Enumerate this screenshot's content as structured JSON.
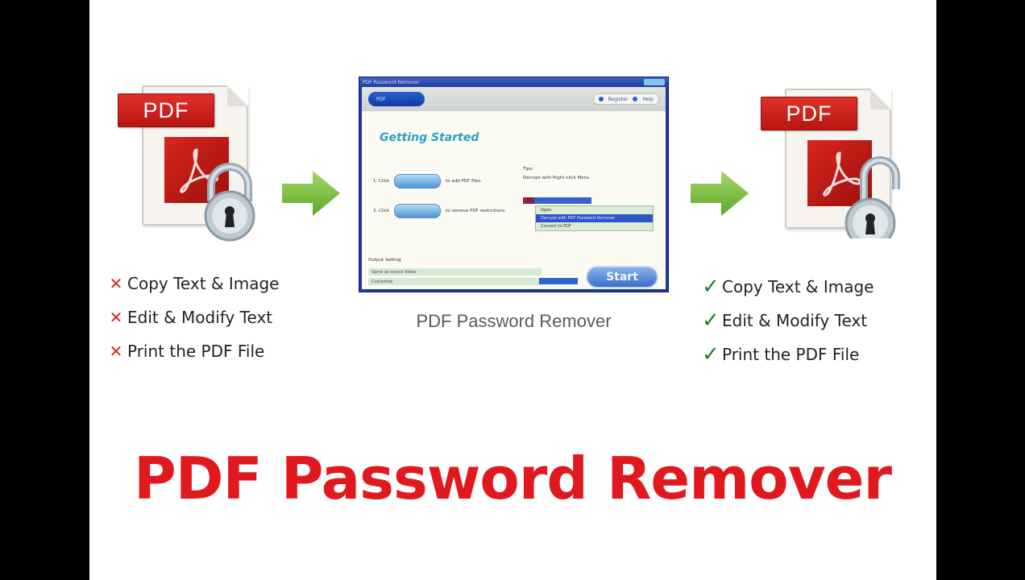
{
  "colors": {
    "accent_red": "#e0191f",
    "check_green": "#1f7a2a",
    "arrow_green": "#7cc242",
    "window_blue": "#20399a"
  },
  "left_icon": {
    "badge": "PDF",
    "state": "locked"
  },
  "right_icon": {
    "badge": "PDF",
    "state": "unlocked"
  },
  "restricted_features": [
    {
      "icon": "x-mark",
      "label": "Copy Text & Image"
    },
    {
      "icon": "x-mark",
      "label": "Edit & Modify Text"
    },
    {
      "icon": "x-mark",
      "label": "Print the PDF File"
    }
  ],
  "allowed_features": [
    {
      "icon": "check-mark",
      "label": "Copy Text & Image"
    },
    {
      "icon": "check-mark",
      "label": "Edit & Modify Text"
    },
    {
      "icon": "check-mark",
      "label": "Print the PDF File"
    }
  ],
  "app_window": {
    "title": "PDF Password Remover",
    "toolbar": {
      "brand": "PDF",
      "register": "Register",
      "help": "Help"
    },
    "heading": "Getting Started",
    "step1": {
      "prefix": "1. Click",
      "suffix": "to add PDF files."
    },
    "step2": {
      "prefix": "2. Click",
      "suffix": "to remove PDF restrictions."
    },
    "tips": {
      "title": "Tips:",
      "line": "Decrypt with Right-click Menu",
      "menu_items": [
        "Open",
        "Decrypt with PDF Password Remover",
        "Convert to PDF"
      ]
    },
    "output": {
      "title": "Output Setting",
      "option1": "Same as source folder",
      "option2": "Customize"
    },
    "start_label": "Start"
  },
  "caption": "PDF Password Remover",
  "headline": "PDF Password Remover"
}
